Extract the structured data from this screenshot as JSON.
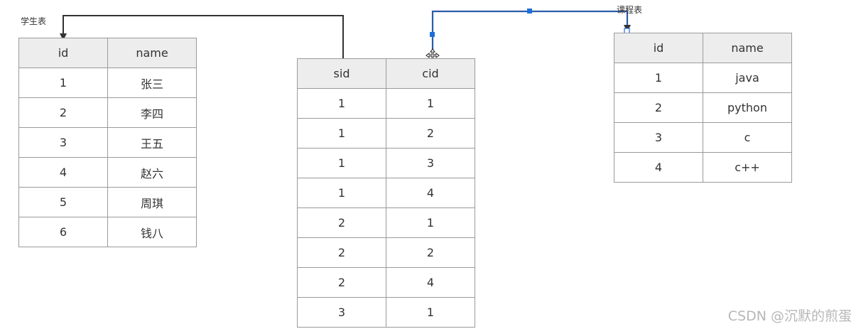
{
  "diagram": {
    "student_table_label": "学生表",
    "course_table_label": "课程表",
    "student_table": {
      "columns": [
        "id",
        "name"
      ],
      "rows": [
        [
          "1",
          "张三"
        ],
        [
          "2",
          "李四"
        ],
        [
          "3",
          "王五"
        ],
        [
          "4",
          "赵六"
        ],
        [
          "5",
          "周琪"
        ],
        [
          "6",
          "钱八"
        ]
      ]
    },
    "link_table": {
      "columns": [
        "sid",
        "cid"
      ],
      "rows": [
        [
          "1",
          "1"
        ],
        [
          "1",
          "2"
        ],
        [
          "1",
          "3"
        ],
        [
          "1",
          "4"
        ],
        [
          "2",
          "1"
        ],
        [
          "2",
          "2"
        ],
        [
          "2",
          "4"
        ],
        [
          "3",
          "1"
        ]
      ]
    },
    "course_table": {
      "columns": [
        "id",
        "name"
      ],
      "rows": [
        [
          "1",
          "java"
        ],
        [
          "2",
          "python"
        ],
        [
          "3",
          "c"
        ],
        [
          "4",
          "c++"
        ]
      ]
    },
    "colors": {
      "connector": "#333333",
      "selected_connector": "#2a5caa",
      "handle": "#1e6fd9",
      "header_fill": "#ededed",
      "border": "#9a9a9a"
    }
  },
  "watermark": "CSDN @沉默的煎蛋"
}
